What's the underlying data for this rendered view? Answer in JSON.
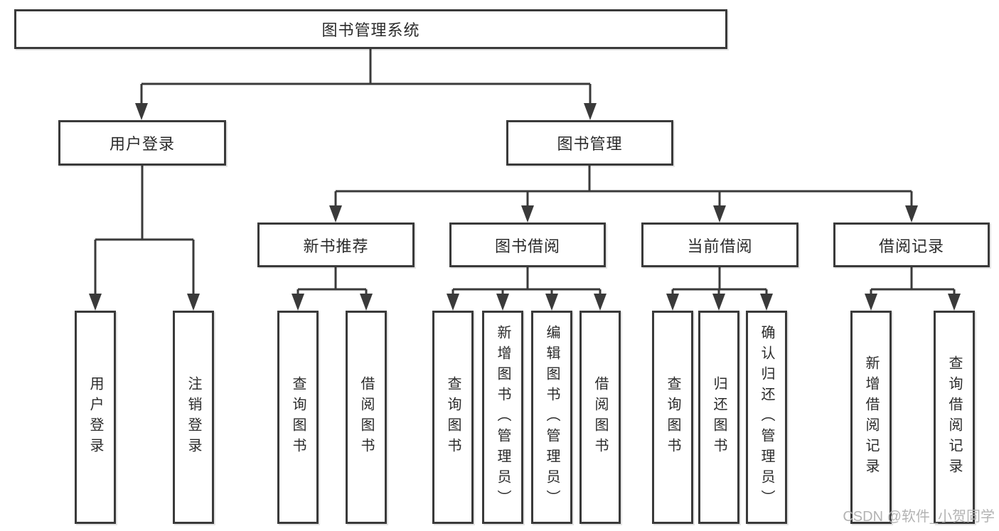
{
  "diagram": {
    "root": {
      "label": "图书管理系统"
    },
    "level2": [
      {
        "label": "用户登录"
      },
      {
        "label": "图书管理"
      }
    ],
    "level3": [
      {
        "label": "新书推荐"
      },
      {
        "label": "图书借阅"
      },
      {
        "label": "当前借阅"
      },
      {
        "label": "借阅记录"
      }
    ],
    "leaves": {
      "user": [
        {
          "label": "用户登录"
        },
        {
          "label": "注销登录"
        }
      ],
      "new_rec": [
        {
          "label": "查询图书"
        },
        {
          "label": "借阅图书"
        }
      ],
      "borrow": [
        {
          "label": "查询图书"
        },
        {
          "label": "新增图书（管理员）"
        },
        {
          "label": "编辑图书（管理员）"
        },
        {
          "label": "借阅图书"
        }
      ],
      "current": [
        {
          "label": "查询图书"
        },
        {
          "label": "归还图书"
        },
        {
          "label": "确认归还（管理员）"
        }
      ],
      "records": [
        {
          "label": "新增借阅记录"
        },
        {
          "label": "查询借阅记录"
        }
      ]
    }
  },
  "watermark": {
    "text": "CSDN @软件_小贺同学"
  },
  "colors": {
    "line": "#3a3a3a",
    "text": "#2b2b2b",
    "watermark": "#b3b3b3",
    "background": "#ffffff"
  }
}
